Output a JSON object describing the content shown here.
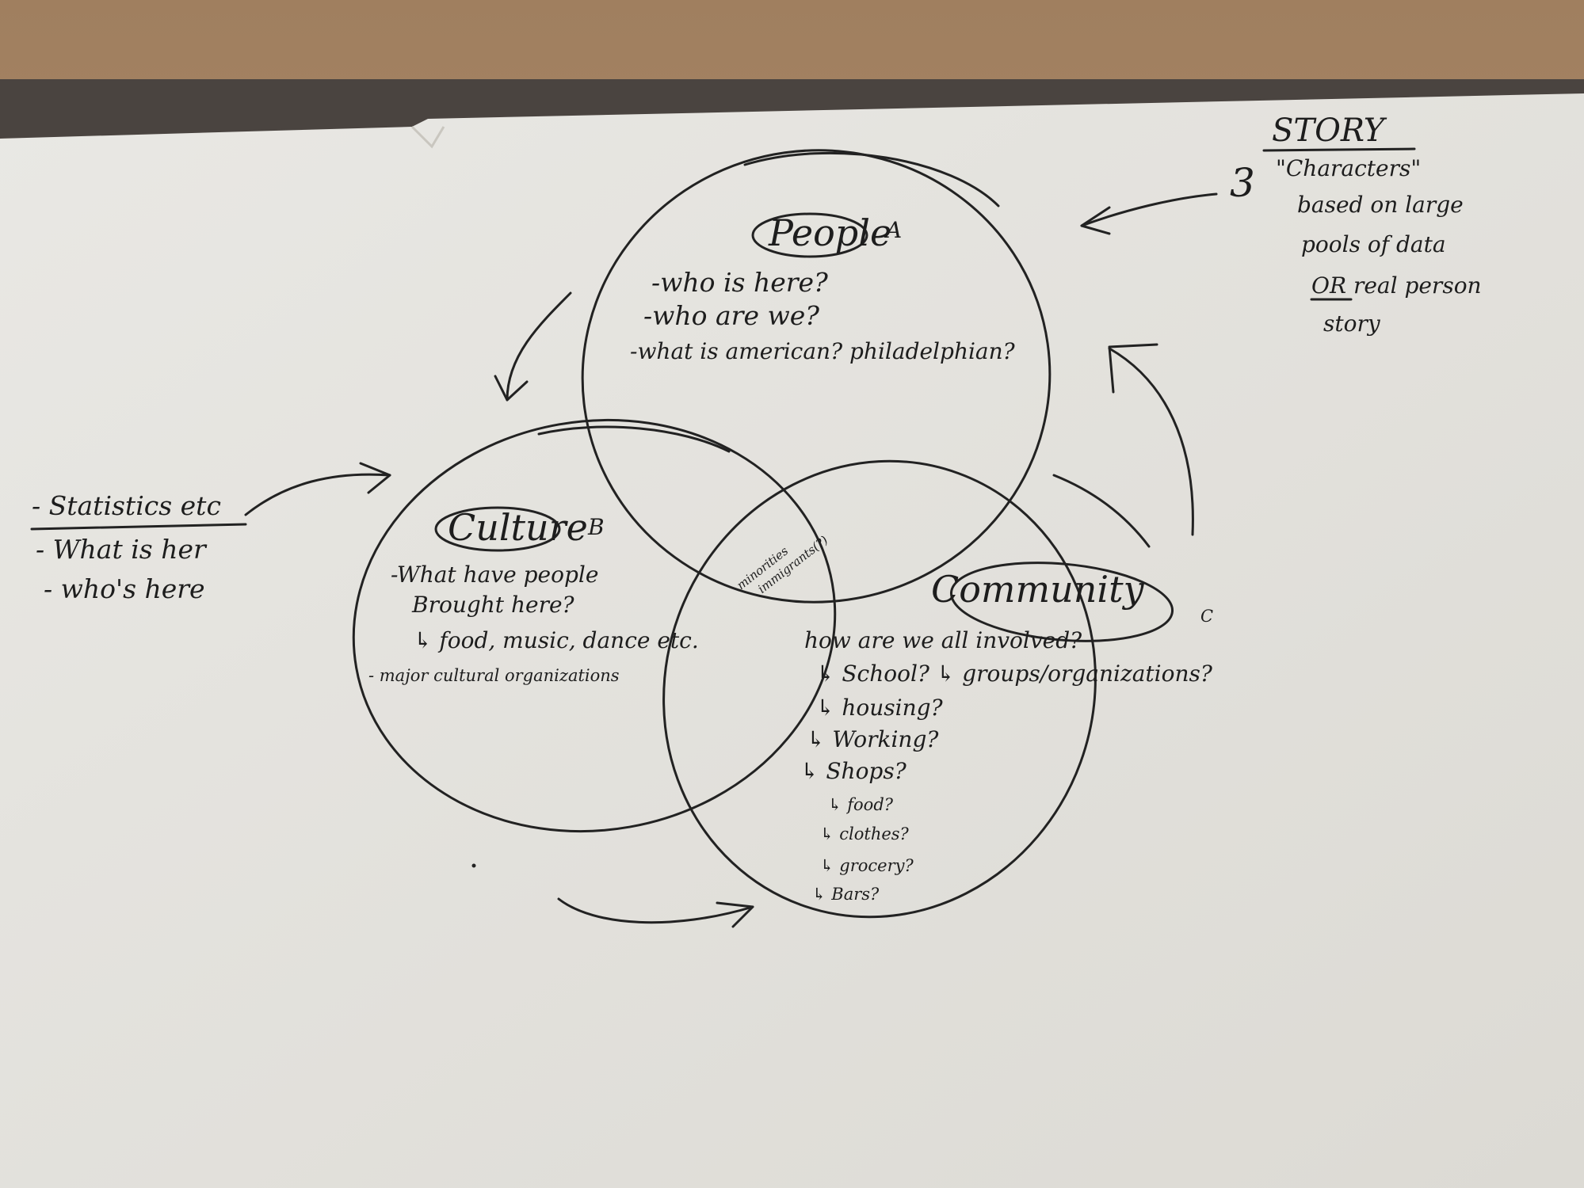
{
  "story": {
    "title": "STORY",
    "number": "3",
    "lines": [
      "\"Characters\"",
      "based on large",
      "pools of data",
      "OR real person",
      "story"
    ]
  },
  "people": {
    "title": "People",
    "marker": "A",
    "lines": [
      "-who is here?",
      "-who are we?",
      "-what is american? philadelphian?"
    ]
  },
  "culture": {
    "title": "Culture",
    "marker": "B",
    "lines": [
      "-What have people",
      "Brought here?",
      "↳ food, music, dance etc.",
      "- major cultural organizations"
    ]
  },
  "community": {
    "title": "Community",
    "marker": "C",
    "lines": [
      "how are we all involved?",
      "↳ School? ↳ groups/organizations?",
      "↳ housing?",
      "↳ Working?",
      "↳ Shops?",
      "↳ food?",
      "↳ clothes?",
      "↳ grocery?",
      "↳ Bars?"
    ]
  },
  "center": {
    "lines": [
      "minorities",
      "immigrants(?)"
    ]
  },
  "statistics": {
    "lines": [
      "- Statistics etc",
      "- What is her",
      "- who's here"
    ]
  }
}
